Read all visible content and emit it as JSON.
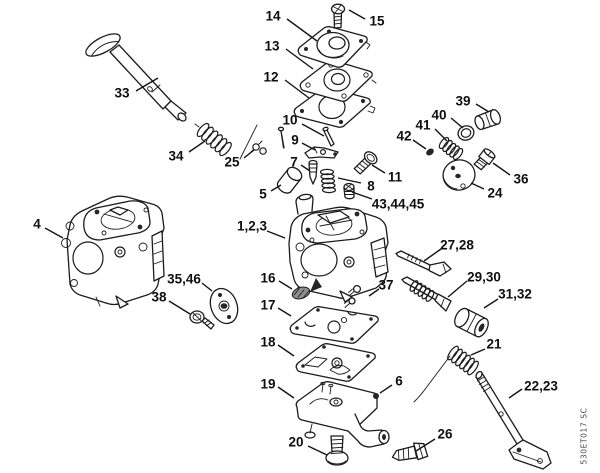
{
  "diagram": {
    "drawing_code": "530ET017 SC",
    "callouts": [
      {
        "id": "14",
        "label": "14"
      },
      {
        "id": "15",
        "label": "15"
      },
      {
        "id": "13",
        "label": "13"
      },
      {
        "id": "12",
        "label": "12"
      },
      {
        "id": "33",
        "label": "33"
      },
      {
        "id": "10",
        "label": "10"
      },
      {
        "id": "39",
        "label": "39"
      },
      {
        "id": "40",
        "label": "40"
      },
      {
        "id": "41",
        "label": "41"
      },
      {
        "id": "9",
        "label": "9"
      },
      {
        "id": "42",
        "label": "42"
      },
      {
        "id": "34",
        "label": "34"
      },
      {
        "id": "25",
        "label": "25"
      },
      {
        "id": "7",
        "label": "7"
      },
      {
        "id": "11",
        "label": "11"
      },
      {
        "id": "36",
        "label": "36"
      },
      {
        "id": "5",
        "label": "5"
      },
      {
        "id": "8",
        "label": "8"
      },
      {
        "id": "24",
        "label": "24"
      },
      {
        "id": "43-44-45",
        "label": "43,44,45"
      },
      {
        "id": "4",
        "label": "4"
      },
      {
        "id": "1-2-3",
        "label": "1,2,3"
      },
      {
        "id": "27-28",
        "label": "27,28"
      },
      {
        "id": "35-46",
        "label": "35,46"
      },
      {
        "id": "16",
        "label": "16"
      },
      {
        "id": "29-30",
        "label": "29,30"
      },
      {
        "id": "38",
        "label": "38"
      },
      {
        "id": "37",
        "label": "37"
      },
      {
        "id": "31-32",
        "label": "31,32"
      },
      {
        "id": "17",
        "label": "17"
      },
      {
        "id": "18",
        "label": "18"
      },
      {
        "id": "21",
        "label": "21"
      },
      {
        "id": "6",
        "label": "6"
      },
      {
        "id": "19",
        "label": "19"
      },
      {
        "id": "22-23",
        "label": "22,23"
      },
      {
        "id": "26",
        "label": "26"
      },
      {
        "id": "20",
        "label": "20"
      }
    ]
  }
}
